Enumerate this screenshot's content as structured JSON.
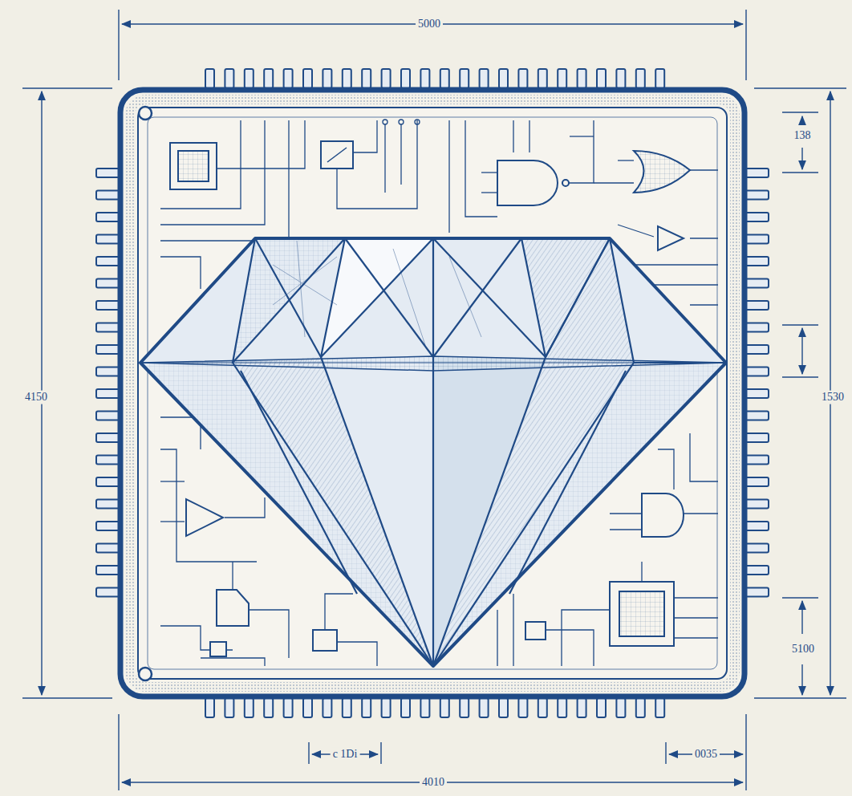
{
  "diagram": {
    "labels": [
      "5000",
      "138",
      "4150",
      "1530",
      "5100",
      "c 1Di",
      "0035",
      "4010"
    ]
  }
}
